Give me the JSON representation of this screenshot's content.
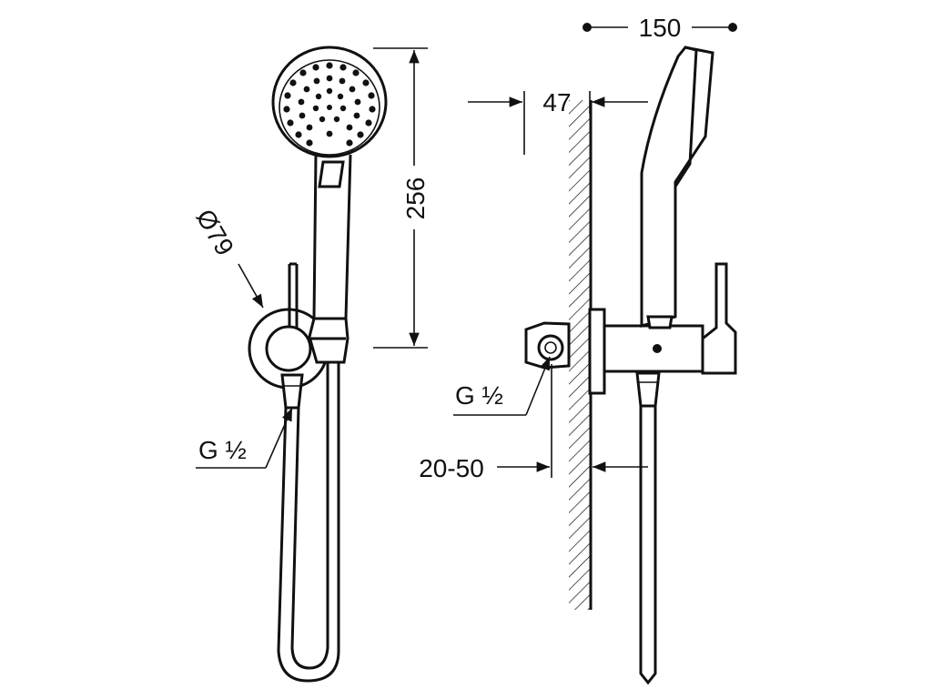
{
  "colors": {
    "line": "#111111",
    "background": "#ffffff"
  },
  "front_view": {
    "height_dimension": "256",
    "diameter_dimension": "Ø79",
    "thread_label": "G ½"
  },
  "side_view": {
    "width_dimension": "150",
    "offset_dimension": "47",
    "thread_label": "G ½",
    "wall_range_dimension": "20-50"
  }
}
